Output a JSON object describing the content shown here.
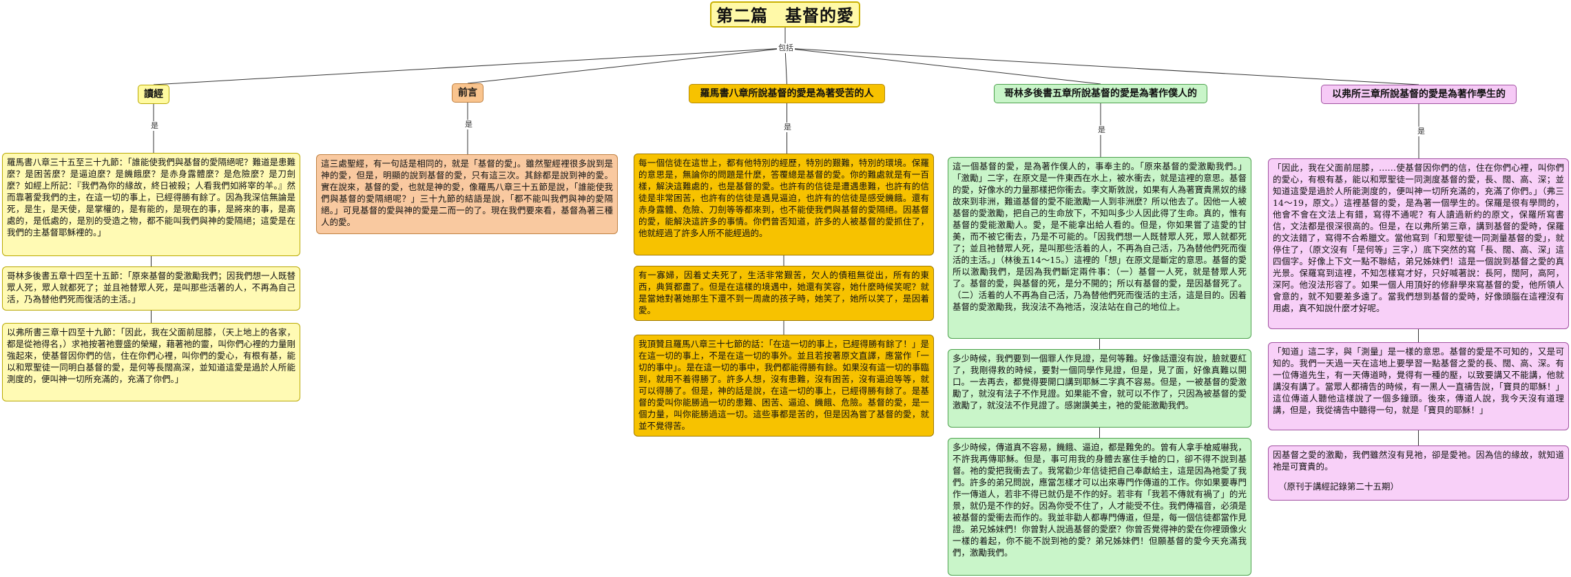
{
  "title": "第二篇　基督的愛",
  "connector_labels": {
    "root": "包括",
    "branch": "是"
  },
  "colors": {
    "yellow": "#fffab4",
    "salmon": "#f9c9a0",
    "orange": "#f7c200",
    "green": "#c9f5c9",
    "pink": "#f8d0f8",
    "line": "#333333"
  },
  "branches": [
    {
      "title": "讀經",
      "color": "yellow",
      "leaves": [
        "羅馬書八章三十五至三十九節：「誰能使我們與基督的愛隔絕呢？難道是患難麼？是困苦麼？是逼迫麼？是饑餓麼？是赤身露體麼？是危險麼？是刀劍麼？如經上所記：『我們為你的緣故，終日被殺；人看我們如將宰的羊。』然而靠著愛我們的主，在這一切的事上，已經得勝有餘了。因為我深信無論是死，是生，是天使，是掌權的，是有能的，是現在的事，是將來的事，是高處的，是低處的，是別的受造之物，都不能叫我們與神的愛隔絕；這愛是在我們的主基督耶穌裡的。」",
        "哥林多後書五章十四至十五節：「原來基督的愛激勵我們；因我們想一人既替眾人死，眾人就都死了；並且祂替眾人死，是叫那些活著的人，不再為自己活，乃為替他們死而復活的主活。」",
        "以弗所書三章十四至十九節：「因此，我在父面前屈膝，（天上地上的各家，都是從祂得名，）求祂按著祂豐盛的榮耀，藉著祂的靈，叫你們心裡的力量剛強起來，使基督因你們的信，住在你們心裡，叫你們的愛心，有根有基，能以和眾聖徒一同明白基督的愛，是何等長闊高深，並知道這愛是過於人所能測度的，便叫神一切所充滿的，充滿了你們。」"
      ]
    },
    {
      "title": "前言",
      "color": "salmon",
      "leaves": [
        "這三處聖經，有一句話是相同的，就是「基督的愛」。雖然聖經裡很多說到是神的愛，但是，明顯的說到基督的愛，只有這三次。其餘都是說到神的愛。實在說來，基督的愛，也就是神的愛，像羅馬八章三十五節是說，「誰能使我們與基督的愛隔絕呢？」三十九節的結語是說，「都不能叫我們與神的愛隔絕。」可見基督的愛與神的愛是二而一的了。現在我們要來看，基督為著三種人的愛。"
      ]
    },
    {
      "title": "羅馬書八章所說基督的愛是為著受苦的人",
      "color": "orange",
      "leaves": [
        "每一個信徒在這世上，都有他特別的經歷，特別的艱難，特別的環境。保羅的意思是，無論你的問題是什麼，答覆總是基督的愛。你的難處就是有一百樣，解決這難處的，也是基督的愛。也許有的信徒是遭遇患難，也許有的信徒是非常困苦，也許有的信徒是遇見逼迫，也許有的信徒是感受饑餓。還有赤身露體、危險、刀劍等等都來到，也不能使我們與基督的愛隔絕。因基督的愛，能解決這許多的事情。你們曾否知道，許多的人被基督的愛抓住了，他就經過了許多人所不能經過的。",
        "有一寡婦，因着丈夫死了，生活非常艱苦，欠人的債租無從出，所有的東西，典質都盡了。但是在這樣的境遇中，她還有笑容，她什麼時候笑呢？就是當她對著她那生下還不到一周歲的孩子時，她笑了，她所以笑了，是因着愛。",
        "我頂贊且羅馬八章三十七節的話：「在這一切的事上，已經得勝有餘了！」是在這一切的事上，不是在這一切的事外。並且若按著原文直譯，應當作「一切的事中」。是在這一切的事中，我們都能得勝有餘。如果沒有這一切的事臨到，就用不着得勝了。許多人想，沒有患難，沒有困苦，沒有逼迫等等，就可以得勝了。但是，神的話是說，在這一切的事上，已經得勝有餘了。是基督的愛叫你能勝過一切的患難、困苦、逼迫、饑餓、危險。基督的愛，是一個力量，叫你能勝過這一切。這些事都是苦的，但是因為嘗了基督的愛，就並不覺得苦。"
      ]
    },
    {
      "title": "哥林多後書五章所說基督的愛是為著作僕人的",
      "color": "green",
      "leaves": [
        "這一個基督的愛，是為著作僕人的，事奉主的。「原來基督的愛激勵我們。」「激勵」二字，在原文是一件東西在水上，被水衝去，就是這裡的意思。基督的愛，好像水的力量那樣把你衝去。李文斯敦說，如果有人為著寶貴黑奴的緣故來到非洲，難道基督的愛不能激勵一人到非洲麼？所以他去了。因他一人被基督的愛激勵，把自己的生命放下，不知叫多少人因此得了生命。真的，惟有基督的愛能激勵人。愛，是不能拿出給人看的。但是，你如果嘗了這愛的甘美，而不被它衝去，乃是不可能的。「因我們想一人既替眾人死，眾人就都死了；並且祂替眾人死，是叫那些活着的人，不再為自己活，乃為替他們死而復活的主活。」（林後五14～15。）這裡的「想」在原文是斷定的意思。基督的愛所以激勵我們，是因為我們斷定兩件事：（一）基督一人死，就是替眾人死了。基督的愛，與基督的死，是分不開的；所以有基督的愛，是因基督死了。（二）活着的人不再為自己活，乃為替他們死而復活的主活，這是目的。因着基督的愛激勵我，我沒法不為祂活，沒法站在自己的地位上。",
        "多少時候，我們要到一個罪人作見證，是何等難。好像話還沒有說，臉就要紅了，我剛得救的時候，要對一個同學作見證，但是，見了面，好像真難以開口。一去再去，都覺得要開口講到耶穌二字真不容易。但是，一被基督的愛激勵了，就沒有法子不作見證。如果能不會，就可以不作了，只因為被基督的愛激勵了，就沒法不作見證了。感謝讚美主，祂的愛能激勵我們。",
        "多少時候，傳道真不容易，饑餓、逼迫，都是難免的。曾有人拿手槍威嚇我，不許我再傳耶穌。但是，事可用我的身體去塞住手槍的口，卻不得不說到基督。祂的愛把我衝去了。我常勸少年信徒把自己奉獻給主，這是因為祂愛了我們。許多的弟兄問說，應當怎樣才可以出來專門作傳道的工作。你如果要專門作一傳道人，若非不得已就仍是不作的好。若非有「我若不傳就有禍了」的光景，就仍是不作的好。因為你受不住了，人才能受不住。我們傳福音，必須是被基督的愛衝去而作的。我並非勸人都專門傳道，但是，每一個信徒都當作見證。弟兄姊妹們！你曾對人說過基督的愛麼？你曾否覺得神的愛在你裡頭像火一樣的着起，你不能不說到祂的愛？弟兄姊妹們！但願基督的愛今天充滿我們，激勵我們。"
      ]
    },
    {
      "title": "以弗所三章所說基督的愛是為著作學生的",
      "color": "pink",
      "leaves": [
        "「因此，我在父面前屈膝，……使基督因你們的信，住在你們心裡，叫你們的愛心，有根有基，能以和眾聖徒一同測度基督的愛，長、闊、高、深；並知道這愛是過於人所能測度的，便叫神一切所充滿的，充滿了你們。」（弗三14～19，原文。）這裡基督的愛，是為著一個學生的。保羅是很有學問的，他會不會在文法上有錯，寫得不通呢？有人讀過新約的原文，保羅所寫書信，文法都是很深很高的。但是，在以弗所第三章，講到基督的愛時，保羅的文法錯了，寫得不合希臘文。當他寫到「和眾聖徒一同測量基督的愛」，就停住了，（原文沒有「是何等」三字，）底下突然的寫「長、闊、高、深」這四個字。好像上下文一點不聯結，弟兄姊妹們！這是一個說到基督之愛的真光景。保羅寫到這裡，不知怎樣寫才好，只好喊著說：長阿，闊阿，高阿，深阿。他沒法形容了。如果一個人用頂好的修辭學來寫基督的愛，他所領人會意的，就不知要差多遠了。當我們想到基督的愛時，好像頭腦在這裡沒有用處，真不知說什麼才好呢。",
        "「知道」這二字，與「測量」是一樣的意思。基督的愛是不可知的，又是可知的。我們一天過一天在這地上要學習一點基督之愛的長、闊、高、深。有一位傳道先生，有一天傳道時，覺得有一種的壓，以致要講又不能講，他就講沒有講了。當眾人都禱告的時候，有一黑人一直禱告說，「寶貝的耶穌！」這位傳道人聽他這樣說了一個多鐘頭。後來，傳道人說，我今天沒有道理講，但是，我從禱告中聽得一句，就是「寶貝的耶穌！」",
        "因基督之愛的激勵，我們雖然沒有見祂，卻是愛祂。因為信的緣故，就知道祂是可寶貴的。|（原刊于講經記錄第二十五期）"
      ]
    }
  ]
}
